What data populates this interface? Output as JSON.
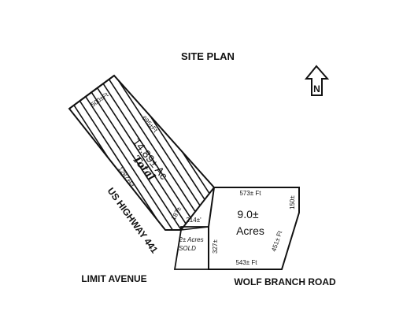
{
  "title": "SITE PLAN",
  "north_symbol": {
    "letter": "N",
    "icon": "north-arrow-icon"
  },
  "parcels": {
    "north": {
      "area_label": "14.89± Ac",
      "handwritten_note": "Total",
      "dims": {
        "top": "500±Ft",
        "right": "695±Ft",
        "left": "1287±Ft",
        "bottom": "187±"
      }
    },
    "east": {
      "area_value": "9.0±",
      "area_unit": "Acres",
      "dims": {
        "top": "573± Ft",
        "right": "150±",
        "diagonal": "451± Ft",
        "bottom": "543± Ft",
        "left": "327±"
      }
    },
    "sold": {
      "area": "2± Acres",
      "status": "SOLD",
      "dims": {
        "top": "214±'"
      }
    }
  },
  "roads": {
    "highway": "US HIGHWAY 441",
    "south_left": "LIMIT AVENUE",
    "south_right": "WOLF BRANCH ROAD"
  }
}
